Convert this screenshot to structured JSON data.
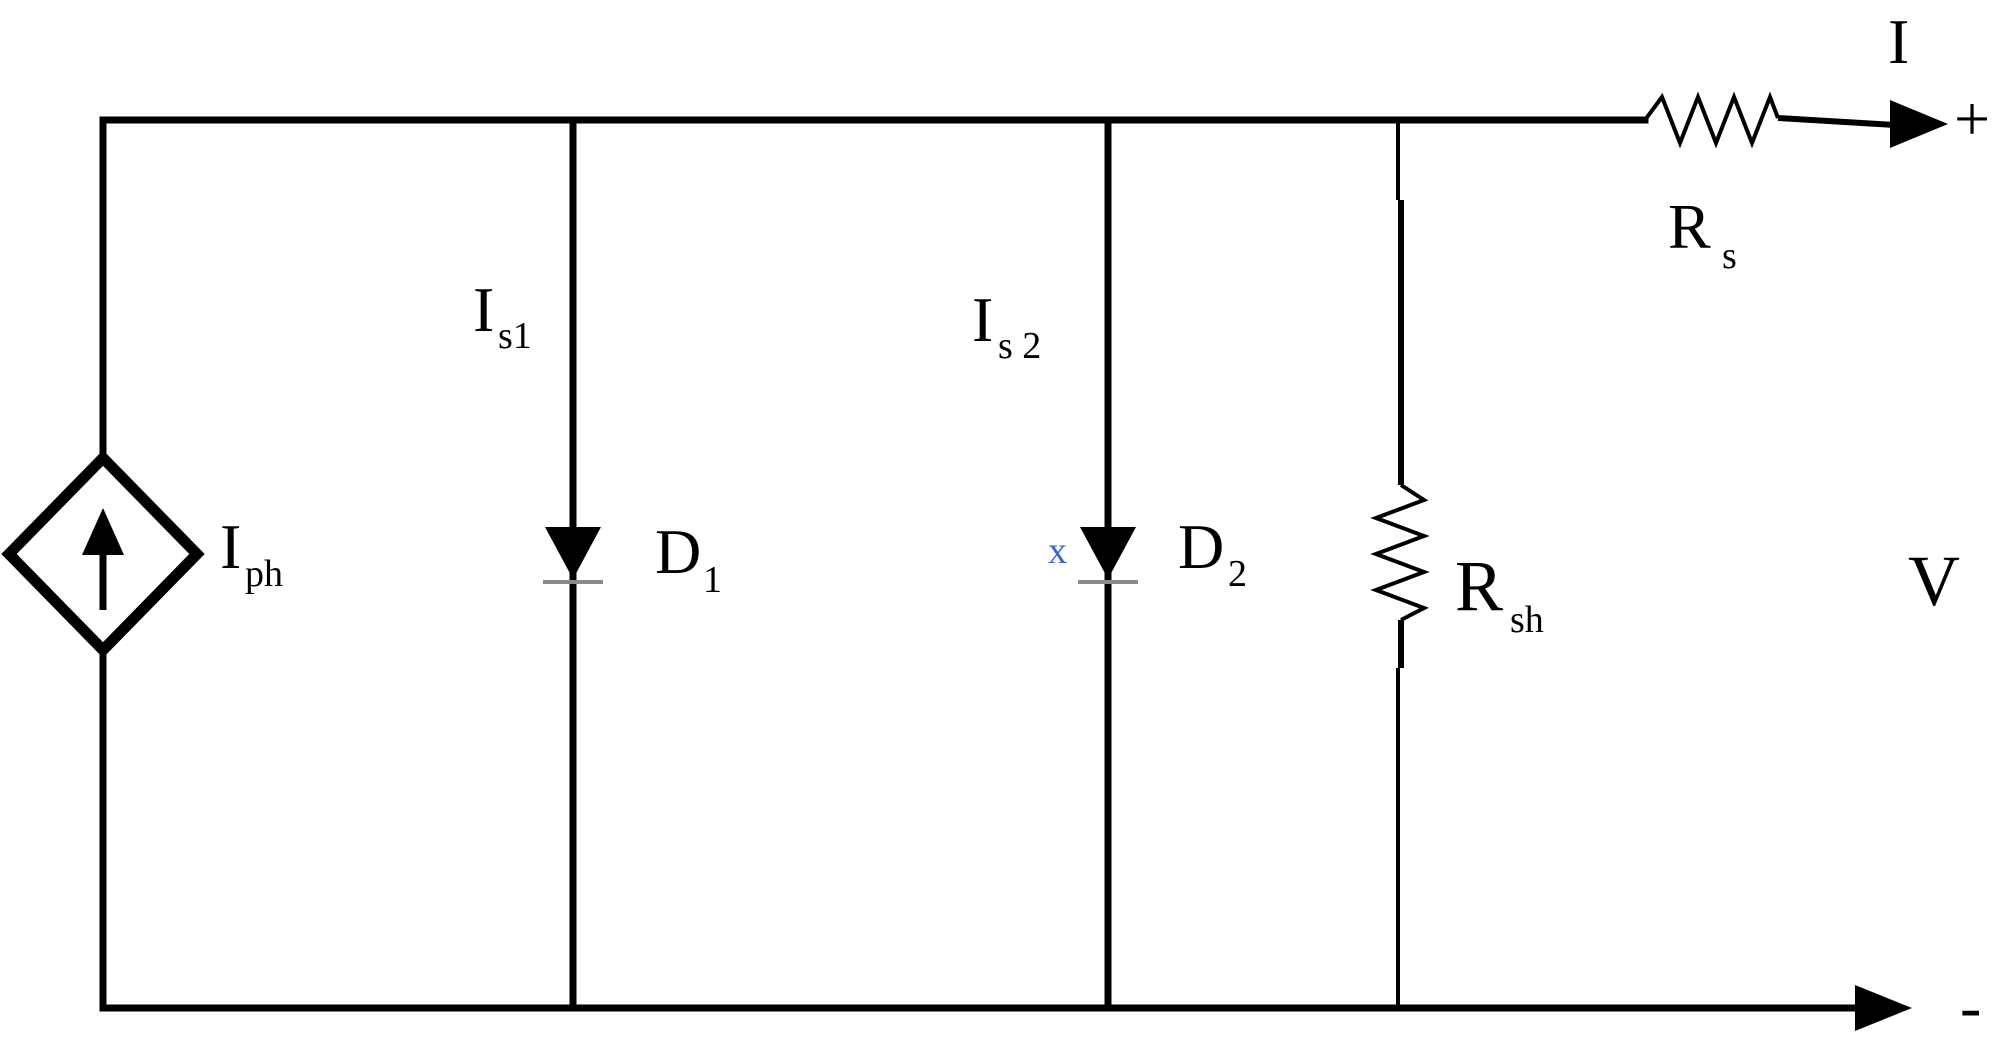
{
  "labels": {
    "current_out": "I",
    "terminal_plus": "+",
    "terminal_minus": "-",
    "series_resistor_main": "R",
    "series_resistor_sub": "s",
    "is1_main": "I",
    "is1_sub": "s1",
    "is2_main": "I",
    "is2_sub": "s 2",
    "iph_main": "I",
    "iph_sub": "ph",
    "d1_main": "D",
    "d1_sub": "1",
    "d2_main": "D",
    "d2_sub": "2",
    "d2_marker": "x",
    "rsh_main": "R",
    "rsh_sub": "sh",
    "voltage": "V"
  },
  "colors": {
    "wire": "#000000",
    "marker": "#3a67c9",
    "diode_bar": "#8a8a8a"
  }
}
